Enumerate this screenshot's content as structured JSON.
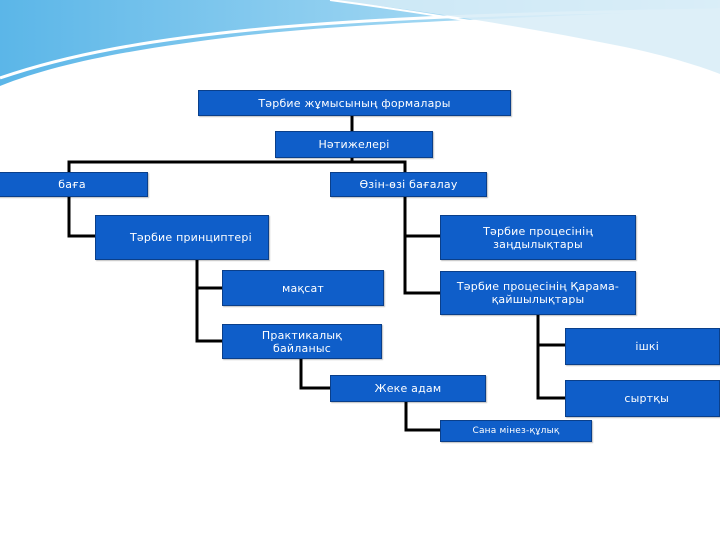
{
  "colors": {
    "box_fill": "#0f5ec9",
    "box_border": "#0a3f8a",
    "text": "#ffffff",
    "connector": "#000000"
  },
  "nodes": {
    "forms": "Тәрбие жұмысының формалары",
    "results": "Нәтижелері",
    "baga": "баға",
    "self_assessment": "Өзін-өзі бағалау",
    "principles": "Тәрбие принциптері",
    "regularities": "Тәрбие процесінің заңдылықтары",
    "contradictions": "Тәрбие процесінің Қарама-қайшылықтары",
    "goal": "мақсат",
    "practical_link": "Практикалық байланыс",
    "internal": "ішкі",
    "individual": "Жеке адам",
    "external": "сыртқы",
    "consciousness": "Сана мінез-құлық"
  }
}
